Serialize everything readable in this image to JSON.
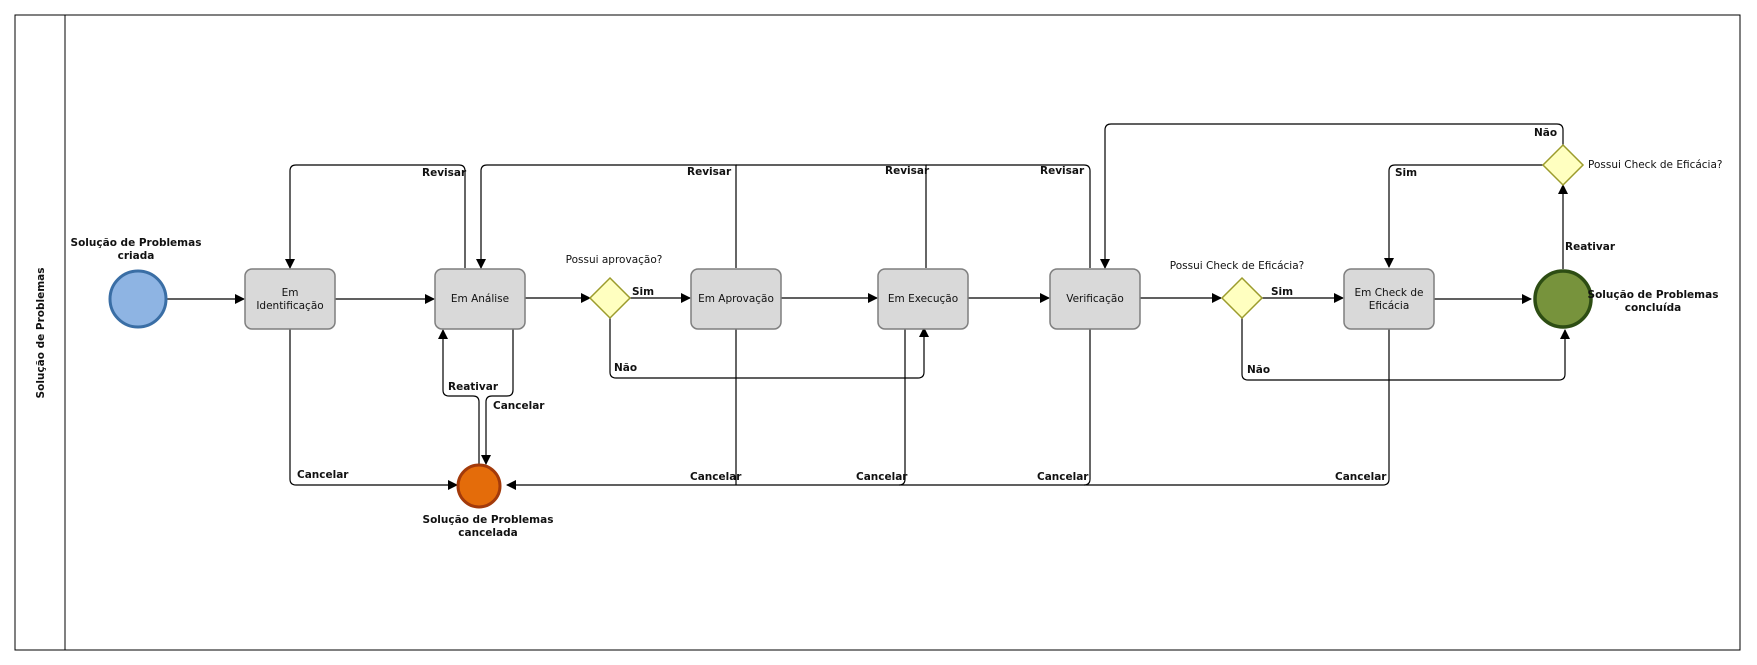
{
  "pool": {
    "label": "Solução de Problemas"
  },
  "events": {
    "start": {
      "label": "Solução de Problemas criada",
      "lines": [
        "Solução de Problemas",
        "criada"
      ],
      "color": "#8eb4e3",
      "stroke": "#3a6ea5"
    },
    "cancel": {
      "label": "Solução de Problemas cancelada",
      "lines": [
        "Solução de Problemas",
        "cancelada"
      ],
      "color": "#e46c0a",
      "stroke": "#a33a0a"
    },
    "end": {
      "label": "Solução de Problemas concluída",
      "lines": [
        "Solução de Problemas",
        "concluída"
      ],
      "color": "#77933c",
      "stroke": "#2d4d13"
    }
  },
  "tasks": [
    {
      "id": "identificacao",
      "lines": [
        "Em",
        "Identificação"
      ]
    },
    {
      "id": "analise",
      "lines": [
        "Em Análise"
      ]
    },
    {
      "id": "aprovacao",
      "lines": [
        "Em Aprovação"
      ]
    },
    {
      "id": "execucao",
      "lines": [
        "Em Execução"
      ]
    },
    {
      "id": "verificacao",
      "lines": [
        "Verificação"
      ]
    },
    {
      "id": "check",
      "lines": [
        "Em Check de",
        "Eficácia"
      ]
    }
  ],
  "gateways": [
    {
      "id": "aprovacao",
      "label": "Possui aprovação?"
    },
    {
      "id": "check1",
      "label": "Possui Check de Eficácia?"
    },
    {
      "id": "check2",
      "label": "Possui Check de Eficácia?"
    }
  ],
  "flow_labels": {
    "revisar": "Revisar",
    "cancelar": "Cancelar",
    "reativar": "Reativar",
    "sim": "Sim",
    "nao": "Não"
  },
  "colors": {
    "task_fill": "#d9d9d9",
    "task_stroke": "#7f7f7f",
    "gateway_fill": "#ffffc0",
    "gateway_stroke": "#9c9c2c"
  }
}
